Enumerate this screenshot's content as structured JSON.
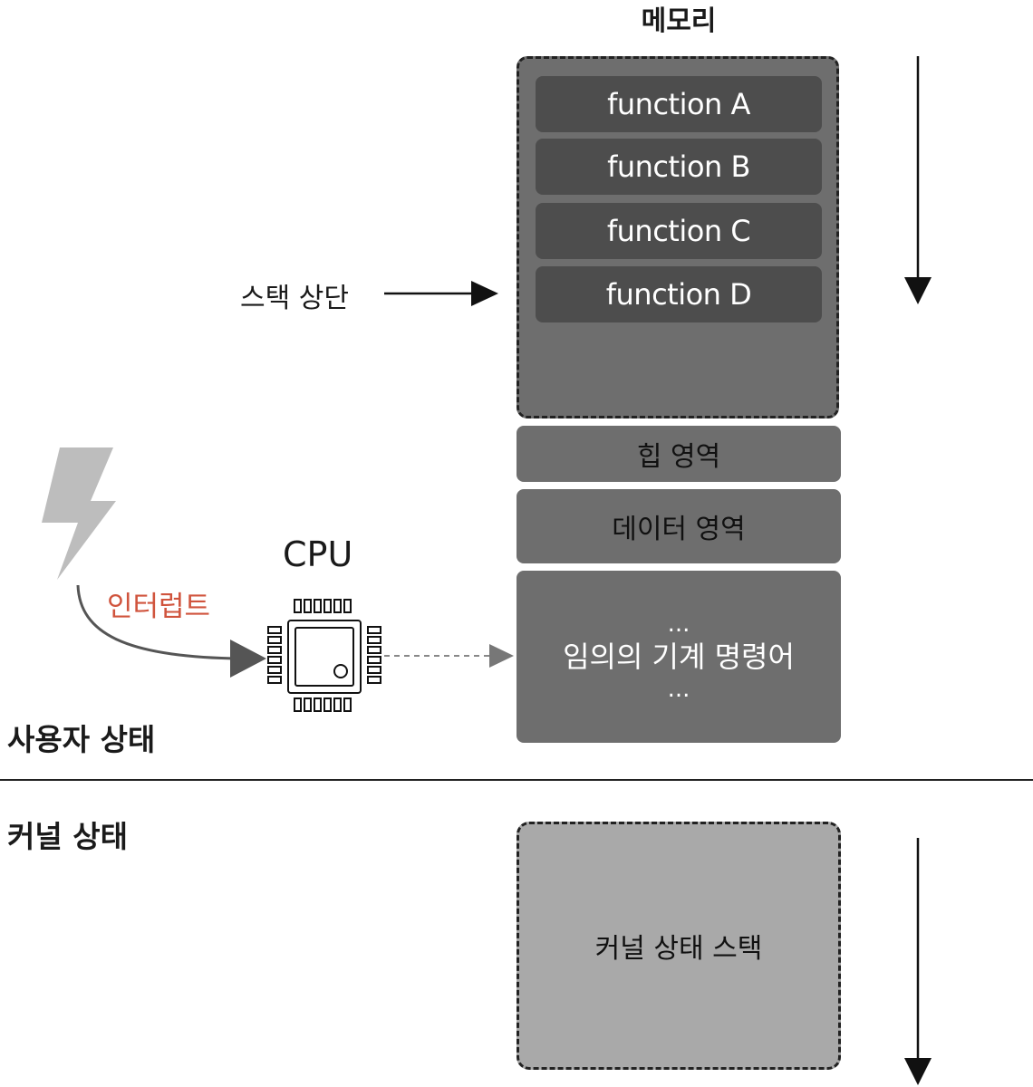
{
  "memory": {
    "title": "메모리",
    "stack_functions": [
      "function A",
      "function B",
      "function C",
      "function D"
    ],
    "heap_label": "힙 영역",
    "data_label": "데이터 영역",
    "code": {
      "dots_top": "...",
      "label": "임의의 기계 명령어",
      "dots_bottom": "..."
    }
  },
  "stack_top_label": "스택 상단",
  "cpu_label": "CPU",
  "interrupt_label": "인터럽트",
  "user_mode_label": "사용자 상태",
  "kernel_mode_label": "커널 상태",
  "kernel_stack_label": "커널 상태 스택",
  "colors": {
    "stack_bg": "#6e6e6e",
    "function_bg": "#4d4d4d",
    "kernel_stack_bg": "#a9a9a9",
    "interrupt_text": "#d0543d",
    "lightning": "#bdbdbd"
  },
  "icons": [
    "lightning-icon",
    "cpu-chip-icon",
    "arrow-down-icon",
    "arrow-right-icon"
  ]
}
